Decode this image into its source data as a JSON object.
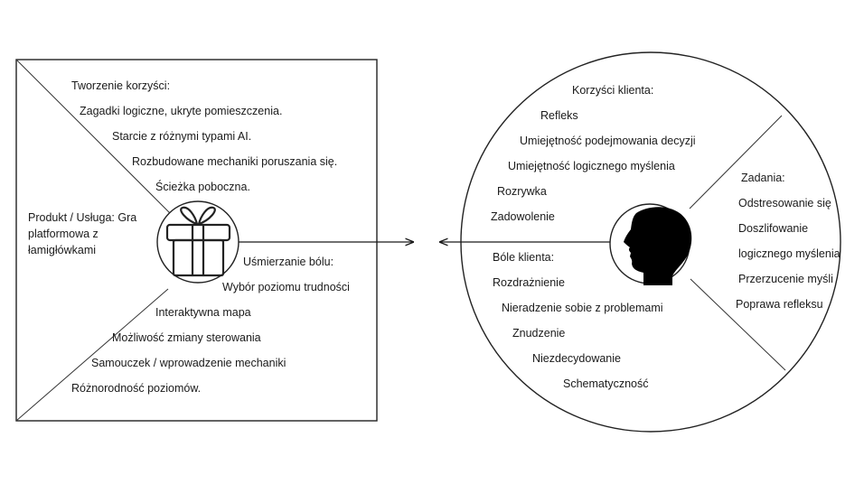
{
  "product": {
    "label": "Produkt / Usługa: Gra platformowa z łamigłówkami",
    "icon": "gift-icon"
  },
  "gain_creators": {
    "title": "Tworzenie korzyści:",
    "items": [
      "Zagadki logiczne, ukryte pomieszczenia.",
      "Starcie z różnymi typami AI.",
      "Rozbudowane mechaniki poruszania się.",
      "Ścieżka poboczna."
    ]
  },
  "pain_relievers": {
    "title": "Uśmierzanie bólu:",
    "items": [
      "Wybór poziomu trudności",
      "Interaktywna mapa",
      "Możliwość zmiany sterowania",
      "Samouczek / wprowadzenie mechaniki",
      "Różnorodność poziomów."
    ]
  },
  "customer": {
    "icon": "head-silhouette-icon"
  },
  "gains": {
    "title": "Korzyści klienta:",
    "items": [
      "Refleks",
      "Umiejętność podejmowania decyzji",
      "Umiejętność logicznego myślenia",
      "Rozrywka",
      "Zadowolenie"
    ]
  },
  "jobs": {
    "title": "Zadania:",
    "items": [
      "Odstresowanie się",
      "Doszlifowanie",
      "logicznego myślenia",
      "Przerzucenie myśli",
      "Poprawa refleksu"
    ]
  },
  "pains": {
    "title": "Bóle klienta:",
    "items": [
      "Rozdrażnienie",
      "Nieradzenie sobie z problemami",
      "Znudzenie",
      "Niezdecydowanie",
      "Schematyczność"
    ]
  }
}
